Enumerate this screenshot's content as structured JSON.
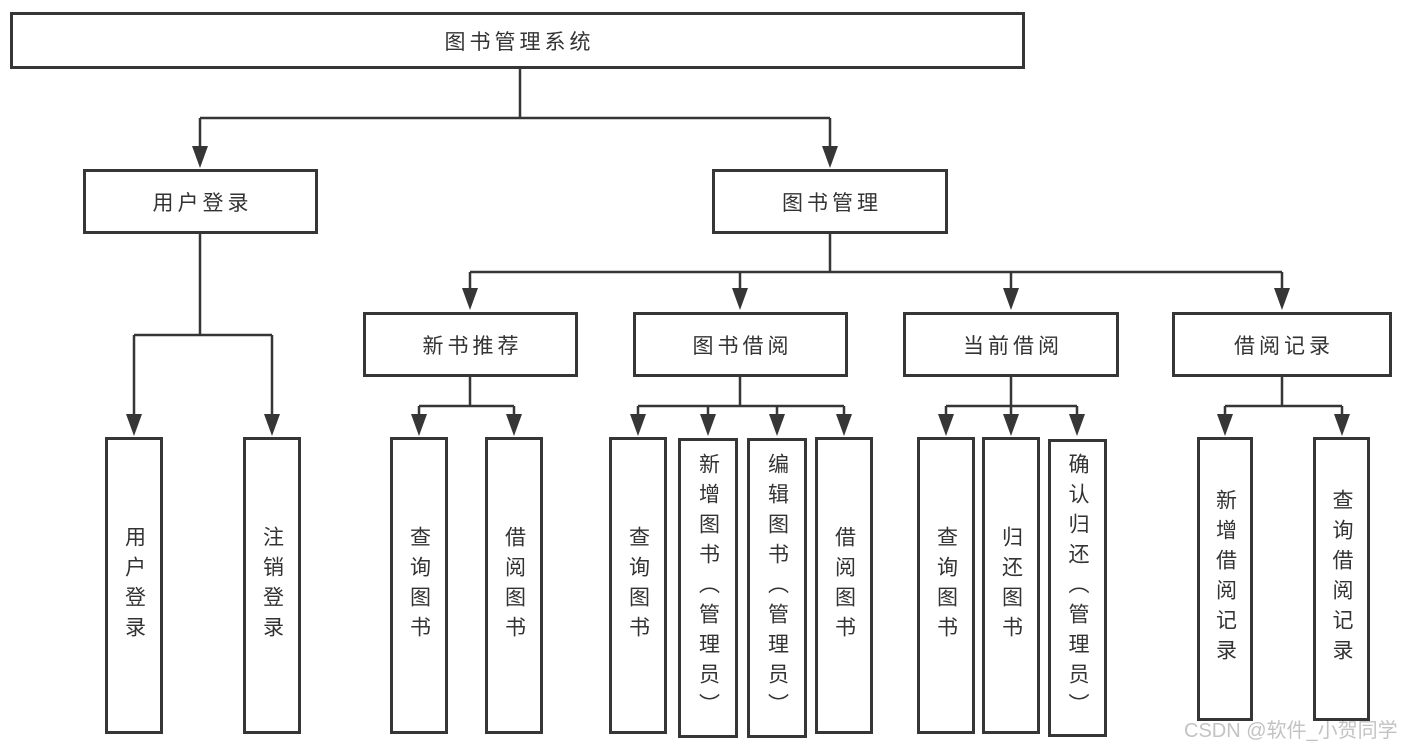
{
  "colors": {
    "line": "#363636",
    "box_border": "#363636",
    "text": "#333333",
    "watermark": "#c3c3c3"
  },
  "nodes": {
    "root": {
      "label": "图书管理系统"
    },
    "user_login": {
      "label": "用户登录"
    },
    "book_management": {
      "label": "图书管理"
    },
    "new_book_recommendation": {
      "label": "新书推荐"
    },
    "book_borrowing": {
      "label": "图书借阅"
    },
    "current_borrowing": {
      "label": "当前借阅"
    },
    "borrowing_records": {
      "label": "借阅记录"
    },
    "user_login_children": [
      {
        "label": "用户登录"
      },
      {
        "label": "注销登录"
      }
    ],
    "new_book_children": [
      {
        "label": "查询图书"
      },
      {
        "label": "借阅图书"
      }
    ],
    "book_borrowing_children": [
      {
        "label": "查询图书"
      },
      {
        "label": "新增图书（管理员）"
      },
      {
        "label": "编辑图书（管理员）"
      },
      {
        "label": "借阅图书"
      }
    ],
    "current_borrowing_children": [
      {
        "label": "查询图书"
      },
      {
        "label": "归还图书"
      },
      {
        "label": "确认归还（管理员）"
      }
    ],
    "borrowing_records_children": [
      {
        "label": "新增借阅记录"
      },
      {
        "label": "查询借阅记录"
      }
    ]
  },
  "watermark": {
    "text": "CSDN @软件_小贺同学"
  }
}
